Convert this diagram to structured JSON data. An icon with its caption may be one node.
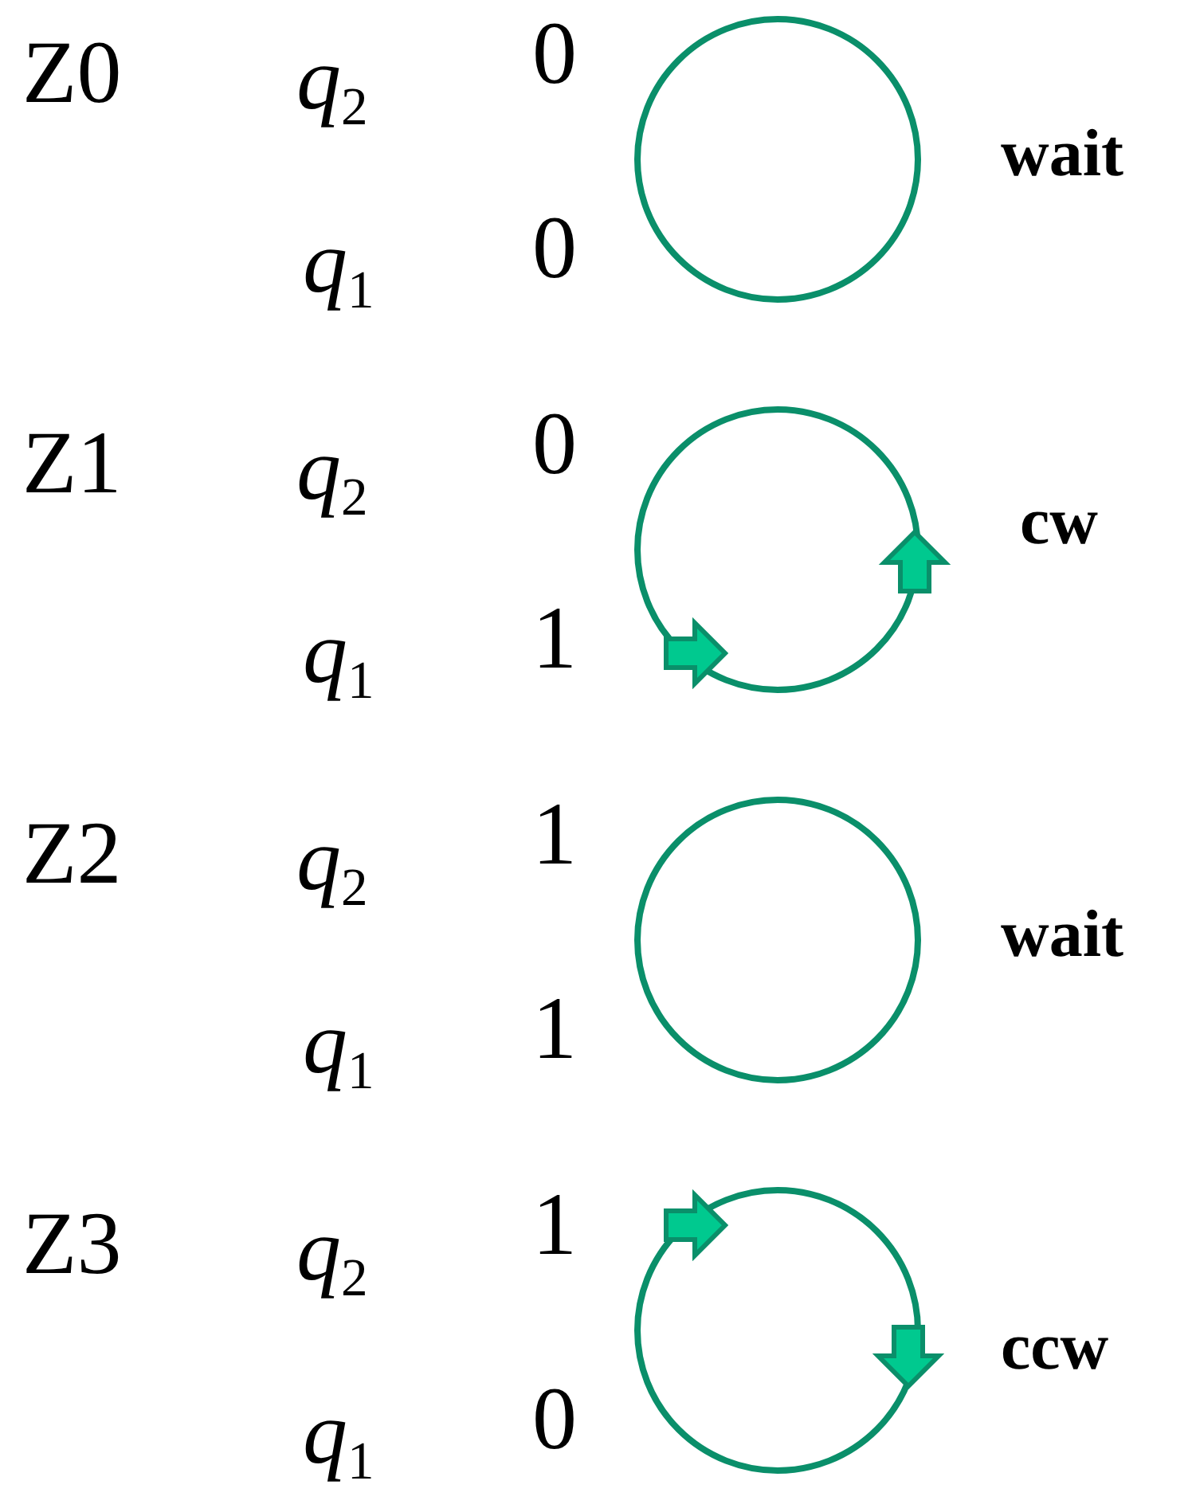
{
  "diagram": {
    "nodes": [
      {
        "text": [],
        "shape": "circle",
        "beside": [
          "wait"
        ]
      },
      {
        "text": [],
        "shape": "circle",
        "beside": [
          "cw"
        ]
      },
      {
        "text": [],
        "shape": "circle",
        "beside": [
          "wait"
        ]
      },
      {
        "text": [],
        "shape": "circle",
        "beside": [
          "ccw"
        ]
      }
    ],
    "labels": [
      "Z0",
      "*q*$_{2}$",
      "0",
      "*q*$_{1}$",
      "0",
      "Z1",
      "*q*$_{2}$",
      "0",
      "*q*$_{1}$",
      "1",
      "Z2",
      "*q*$_{2}$",
      "1",
      "*q*$_{1}$",
      "1",
      "Z3",
      "*q*$_{2}$",
      "1",
      "*q*$_{1}$",
      "0"
    ]
  }
}
